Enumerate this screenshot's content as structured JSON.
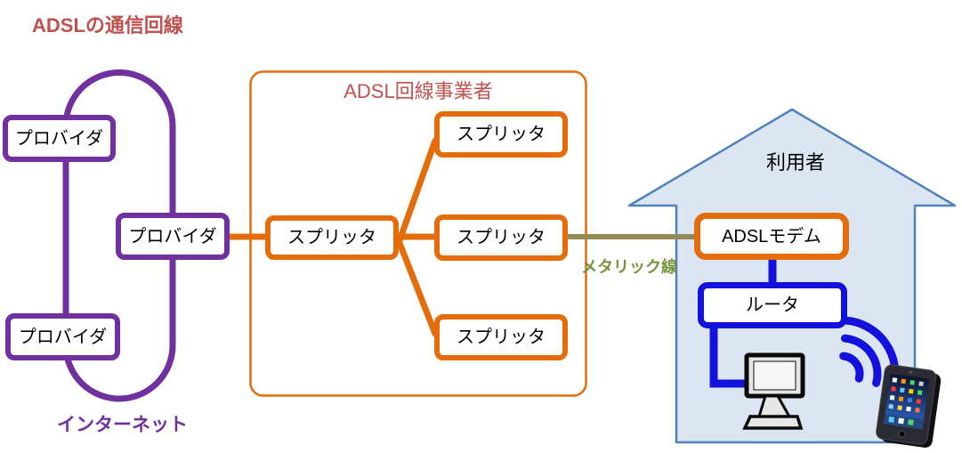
{
  "page": {
    "title": "ADSLの通信回線"
  },
  "internet": {
    "label": "インターネット",
    "providers": [
      {
        "label": "プロバイダ"
      },
      {
        "label": "プロバイダ"
      },
      {
        "label": "プロバイダ"
      }
    ]
  },
  "carrier": {
    "title": "ADSL回線事業者",
    "hub_splitter": {
      "label": "スプリッタ"
    },
    "splitters": [
      {
        "label": "スプリッタ"
      },
      {
        "label": "スプリッタ"
      },
      {
        "label": "スプリッタ"
      }
    ]
  },
  "metallic_line": {
    "label": "メタリック線"
  },
  "house": {
    "label": "利用者",
    "modem": {
      "label": "ADSLモデム"
    },
    "router": {
      "label": "ルータ"
    },
    "icons": [
      {
        "name": "desktop-computer-icon"
      },
      {
        "name": "wifi-waves-icon"
      },
      {
        "name": "tablet-icon"
      }
    ]
  },
  "colors": {
    "title_red": "#C0504D",
    "provider_purple": "#7030A0",
    "carrier_orange": "#E46C0A",
    "device_blue": "#1212DC",
    "metallic_olive": "#948B54",
    "metallic_label_green": "#76923C",
    "house_fill": "#DCE6F2",
    "house_border": "#4F81BD"
  }
}
